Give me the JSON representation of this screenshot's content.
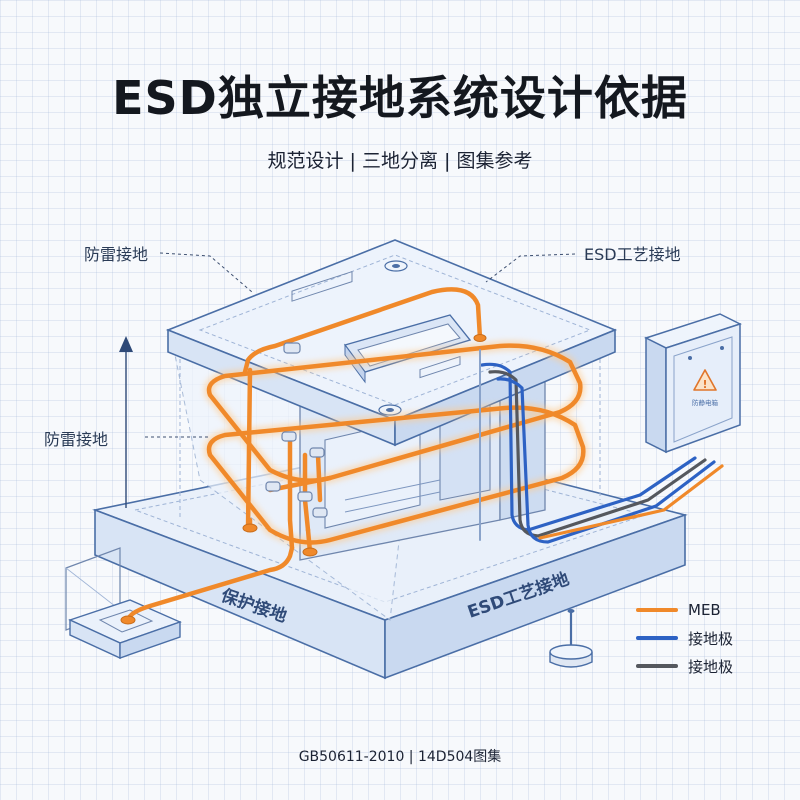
{
  "title": "ESD独立接地系统设计依据",
  "subtitle": "规范设计 | 三地分离 | 图集参考",
  "callouts": {
    "top_left": "防雷接地",
    "top_right": "ESD工艺接地",
    "mid_left": "防雷接地"
  },
  "base_labels": {
    "protective": "保护接地",
    "esd_process": "ESD工艺接地"
  },
  "cabinet_sign": "防静电箱",
  "legend": [
    {
      "label": "MEB",
      "color": "#f0892a"
    },
    {
      "label": "接地极",
      "color": "#2d62c4"
    },
    {
      "label": "接地极",
      "color": "#55585e"
    }
  ],
  "footer": "GB50611-2010 | 14D504图集",
  "colors": {
    "orange": "#f0892a",
    "blue": "#2d62c4",
    "gray": "#55585e",
    "outline": "#4a6ea6",
    "fill": "#e8f0fb"
  }
}
